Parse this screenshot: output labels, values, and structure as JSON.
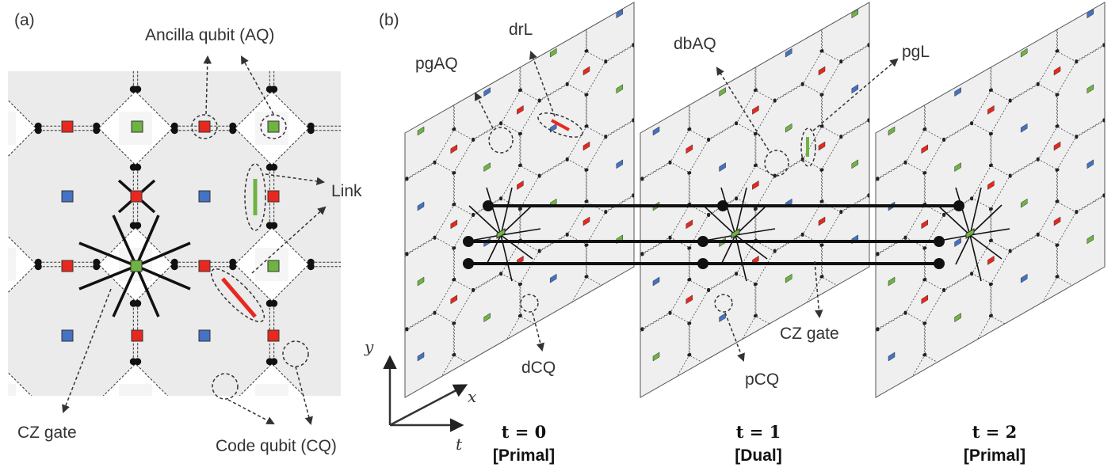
{
  "panel_a": {
    "label": "(a)",
    "annotations": {
      "ancilla": "Ancilla qubit (AQ)",
      "link": "Link",
      "cz_gate": "CZ gate",
      "code_qubit": "Code qubit (CQ)"
    }
  },
  "panel_b": {
    "label": "(b)",
    "annotations": {
      "pgAQ": "pgAQ",
      "drL": "drL",
      "dbAQ": "dbAQ",
      "pgL": "pgL",
      "dCQ": "dCQ",
      "pCQ": "pCQ",
      "cz_gate": "CZ gate"
    },
    "axes": {
      "y": "y",
      "x": "x",
      "t": "t"
    },
    "time_slices": [
      {
        "time": "t = 0",
        "type": "[Primal]"
      },
      {
        "time": "t = 1",
        "type": "[Dual]"
      },
      {
        "time": "t = 2",
        "type": "[Primal]"
      }
    ]
  },
  "colors": {
    "red_aq": "#e8281e",
    "green_aq": "#6fb342",
    "blue_aq": "#4472c4",
    "plane_fill": "#efefef",
    "cell_fill": "#ebebeb"
  }
}
